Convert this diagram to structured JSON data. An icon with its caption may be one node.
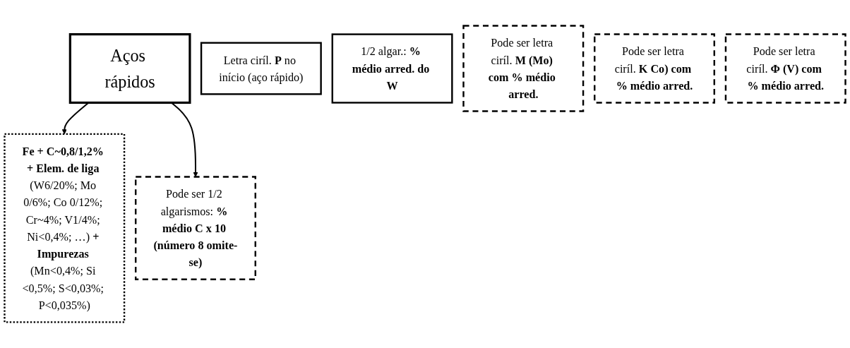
{
  "diagram": {
    "nodes": [
      {
        "text": [
          "Aços rápidos"
        ]
      },
      {
        "text": [
          "**Fe + C~0,8/1,2% + Elem. de liga** (W6/20%; Mo 0/6%; Co 0/12%; Cr~4%; V1/4%; Ni<0,4%; …) **+ Impurezas** (Mn<0,4%; Si <0,5%; S<0,03%; P<0,035%)"
        ]
      },
      {
        "text": [
          "Pode ser 1/2 algarismos: **% médio C x 10 (número 8 omite-se)**"
        ]
      },
      {
        "text": [
          "Letra ciríl. **P** no início (aço rápido)"
        ]
      },
      {
        "text": [
          "1/2 algar.: **% médio arred. do W**"
        ]
      },
      {
        "text": [
          "Pode ser letra ciríl. **M (Mo) com % médio arred.**"
        ]
      },
      {
        "text": [
          "Pode ser letra ciríl. **K Co) com % médio arred.**"
        ]
      },
      {
        "text": [
          "Pode ser letra ciríl. **Φ (V) com % médio arred.**"
        ]
      }
    ],
    "edges": [
      {
        "from": 0,
        "to": 1,
        "arrow": "to"
      },
      {
        "from": 0,
        "to": 2,
        "arrow": "to"
      }
    ]
  }
}
